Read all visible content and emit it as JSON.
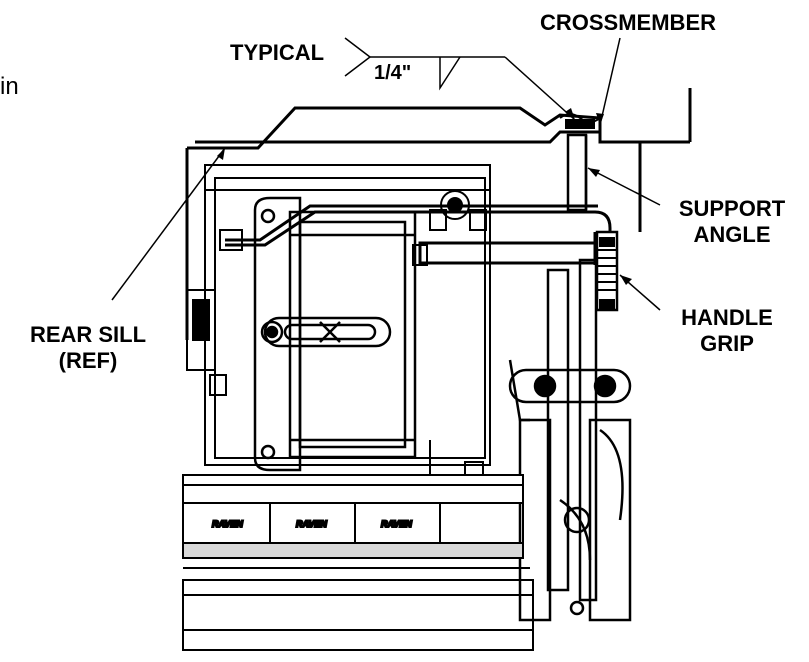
{
  "fragment_text": "in",
  "callouts": {
    "typical": "TYPICAL",
    "weld_size": "1/4\"",
    "crossmember": "CROSSMEMBER",
    "support_angle": [
      "SUPPORT",
      "ANGLE"
    ],
    "handle_grip": [
      "HANDLE",
      "GRIP"
    ],
    "rear_sill": [
      "REAR SILL",
      "(REF)"
    ]
  },
  "panel_brand": "RAVEN",
  "colors": {
    "ink": "#000000",
    "paper": "#ffffff",
    "shade": "#d9d9d9"
  }
}
